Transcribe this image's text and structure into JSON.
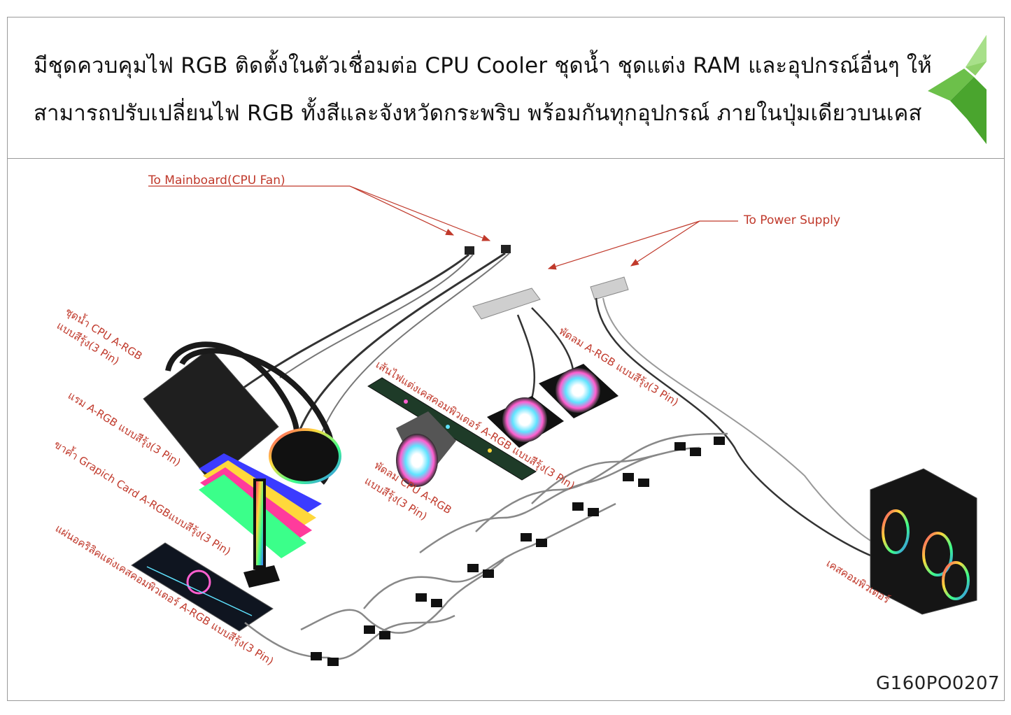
{
  "header": {
    "line1": "มีชุดควบคุมไฟ RGB ติดตั้งในตัวเชื่อมต่อ CPU Cooler ชุดน้ำ ชุดแต่ง RAM และอุปกรณ์อื่นๆ ให้",
    "line2": "สามารถปรับเปลี่ยนไฟ RGB ทั้งสีและจังหวัดกระพริบ พร้อมกันทุกอุปกรณ์ ภายในปุ่มเดียวบนเคส"
  },
  "logo": {
    "icon": "brand-leaf-logo",
    "color": "#6cc04a"
  },
  "labels": {
    "mainboard": "To Mainboard(CPU Fan)",
    "power_supply": "To Power Supply",
    "water_cooler": [
      "ชุดน้ำ CPU A-RGB",
      "แบบสีรุ้ง(3 Pin)"
    ],
    "ram": "แรม A-RGB แบบสีรุ้ง(3 Pin)",
    "gpu_holder": "ขาค้ำ Grapich Card A-RGBแบบสีรุ้ง(3 Pin)",
    "acrylic_panel": "แผ่นอคริลิคแต่งเคสคอมพิวเตอร์ A-RGB แบบสีรุ้ง(3 Pin)",
    "light_strip": "เส้นไฟแต่งเคสคอมพิวเตอร์ A-RGB แบบสีรุ้ง(3 Pin)",
    "cpu_fan": [
      "พัดลม CPU A-RGB",
      "แบบสีรุ้ง(3 Pin)"
    ],
    "fans": "พัดลม A-RGB แบบสีรุ้ง(3 Pin)",
    "case": "เคสคอมพิวเตอร์"
  },
  "label_color": "#c0392b",
  "product_code": "G160PO0207"
}
